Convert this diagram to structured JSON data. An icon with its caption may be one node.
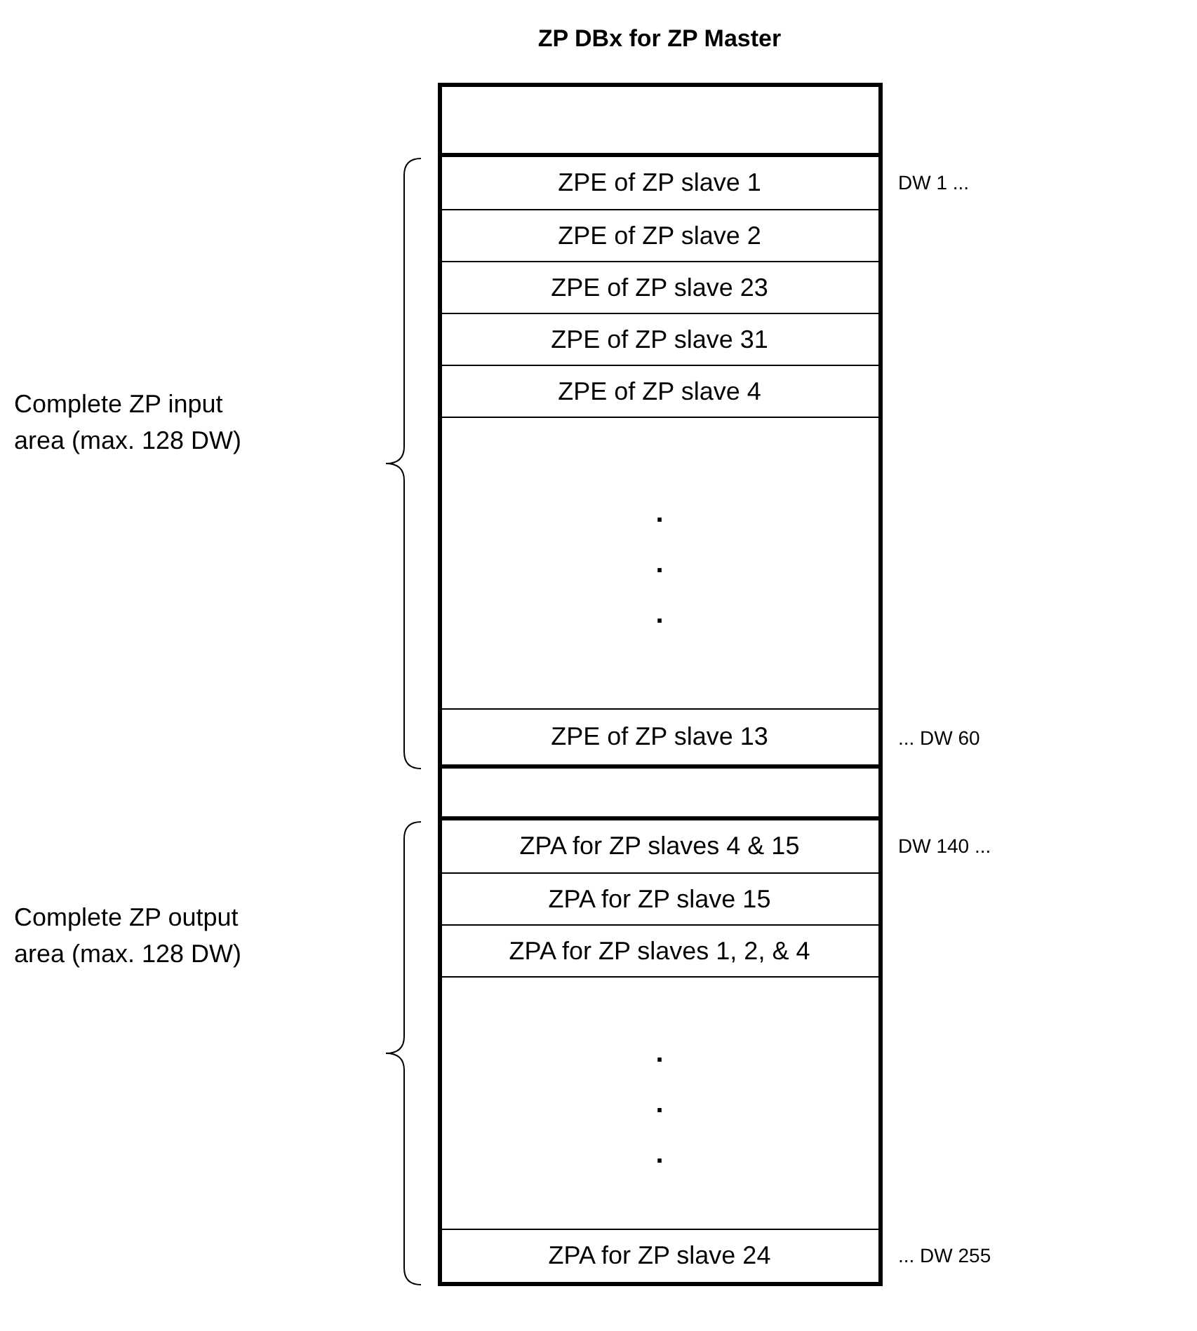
{
  "diagram": {
    "title": "ZP DBx for ZP Master",
    "nodes": [
      {
        "text": [],
        "shape": "box"
      },
      {
        "text": [
          "ZPE of ZP slave 1"
        ],
        "beside": [
          "DW 1 ..."
        ]
      },
      {
        "text": [
          "ZPE of ZP slave 2"
        ]
      },
      {
        "text": [
          "ZPE of ZP slave 23"
        ]
      },
      {
        "text": [
          "ZPE of ZP slave 31"
        ]
      },
      {
        "text": [
          "ZPE of ZP slave 4"
        ]
      },
      {
        "text": [
          ". . ."
        ]
      },
      {
        "text": [
          "ZPE of ZP slave 13"
        ],
        "beside": [
          "... DW 60"
        ]
      },
      {
        "text": [],
        "shape": "box"
      },
      {
        "text": [
          "ZPA for ZP slaves 4 & 15"
        ],
        "beside": [
          "DW 140 ..."
        ]
      },
      {
        "text": [
          "ZPA for ZP slave 15"
        ]
      },
      {
        "text": [
          "ZPA for ZP slaves 1, 2, & 4"
        ]
      },
      {
        "text": [
          ". . ."
        ]
      },
      {
        "text": [
          "ZPA for ZP slave 24"
        ],
        "beside": [
          "... DW 255"
        ]
      }
    ],
    "edges": [],
    "labels": [
      "Complete ZP input area (max. 128 DW)",
      "Complete ZP output area (max. 128 DW)"
    ]
  }
}
